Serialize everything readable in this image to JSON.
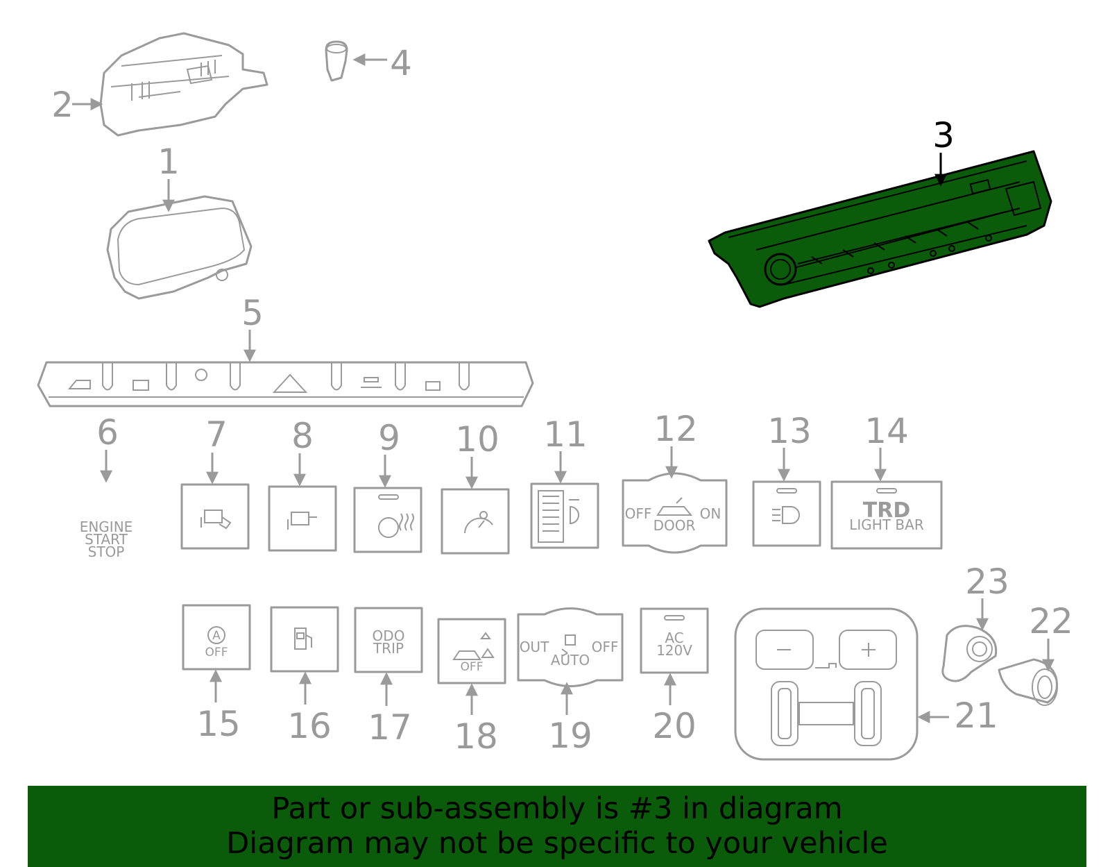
{
  "diagram": {
    "highlight_color": "#0a5c0a",
    "callouts": [
      "1",
      "2",
      "3",
      "4",
      "5",
      "6",
      "7",
      "8",
      "9",
      "10",
      "11",
      "12",
      "13",
      "14",
      "15",
      "16",
      "17",
      "18",
      "19",
      "20",
      "21",
      "22",
      "23"
    ],
    "highlighted_callout": "3"
  },
  "buttons": {
    "engine_start": [
      "ENGINE",
      "START",
      "STOP"
    ],
    "door_off": "OFF",
    "door_label": "DOOR",
    "door_on": "ON",
    "trd_logo": "TRD",
    "light_bar": "LIGHT BAR",
    "auto_off_a": "A",
    "auto_off": "OFF",
    "odo": "ODO",
    "trip": "TRIP",
    "sensor_off": "OFF",
    "mirror_out": "OUT",
    "mirror_auto": "AUTO",
    "mirror_off": "OFF",
    "ac": "AC",
    "voltage": "120V"
  },
  "banner": {
    "line1": "Part or sub-assembly is #3 in diagram",
    "line2": "Diagram may not be specific to your vehicle"
  }
}
